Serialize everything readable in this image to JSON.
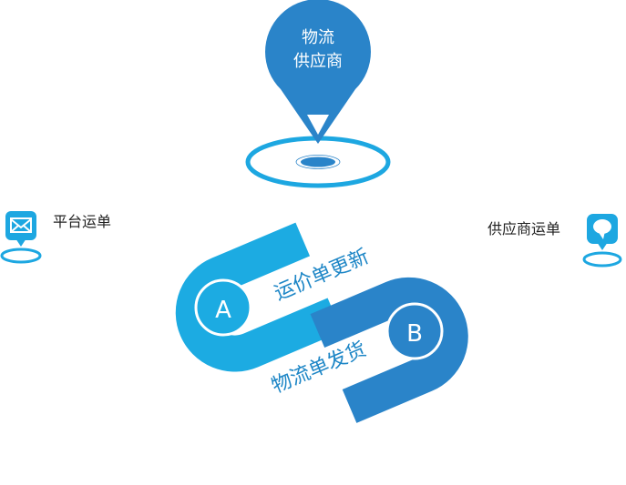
{
  "supplier_pin": {
    "line1": "物流",
    "line2": "供应商"
  },
  "platform": {
    "label": "平台运单"
  },
  "supplier_waybill": {
    "label": "供应商运单"
  },
  "link_a": {
    "letter": "A",
    "caption": "运价单更新"
  },
  "link_b": {
    "letter": "B",
    "caption": "物流单发货"
  },
  "colors": {
    "primary_blue": "#2a84c9",
    "light_blue": "#1cabe2",
    "ring_blue": "#1da7e1",
    "text_dark": "#1f1f1f",
    "white": "#ffffff"
  }
}
